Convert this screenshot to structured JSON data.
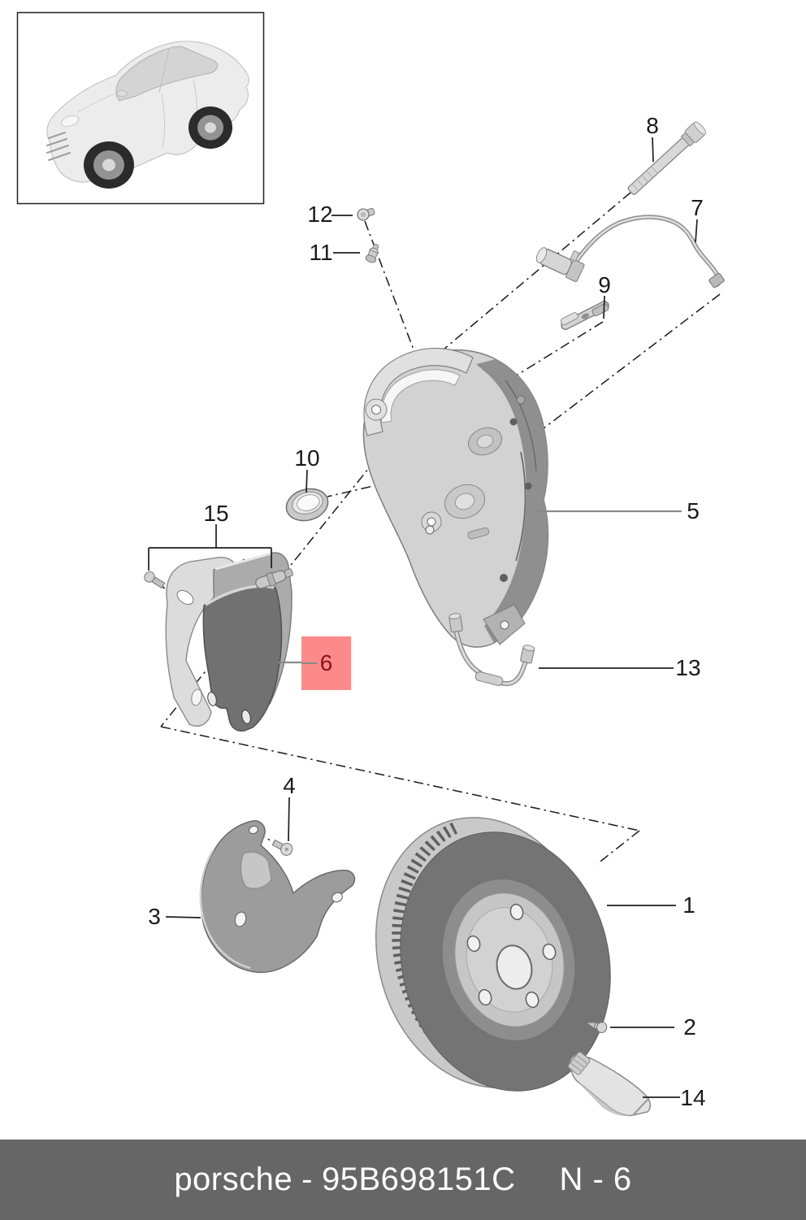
{
  "callouts": {
    "c1": {
      "label": "1"
    },
    "c2": {
      "label": "2"
    },
    "c3": {
      "label": "3"
    },
    "c4": {
      "label": "4"
    },
    "c5": {
      "label": "5"
    },
    "c6": {
      "label": "6"
    },
    "c7": {
      "label": "7"
    },
    "c8": {
      "label": "8"
    },
    "c9": {
      "label": "9"
    },
    "c10": {
      "label": "10"
    },
    "c11": {
      "label": "11"
    },
    "c12": {
      "label": "12"
    },
    "c13": {
      "label": "13"
    },
    "c14": {
      "label": "14"
    },
    "c15": {
      "label": "15"
    }
  },
  "highlight": {
    "selected_callout": "6",
    "box_color": "#fc8a8a",
    "label_color": "#8c1218"
  },
  "colors": {
    "background": "#ffffff",
    "line": "#1f1f1f",
    "leader_gray": "#8a8a8a",
    "part_light": "#d2d2d2",
    "part_dark": "#747474",
    "footer_background": "#666666",
    "footer_text": "#ffffff"
  },
  "icons": {
    "vehicle_thumbnail": "porsche-macan-3quarter-render"
  },
  "footer": {
    "brand": "porsche",
    "separator": "-",
    "part_number": "95B698151C",
    "page_ref": "N - 6"
  }
}
